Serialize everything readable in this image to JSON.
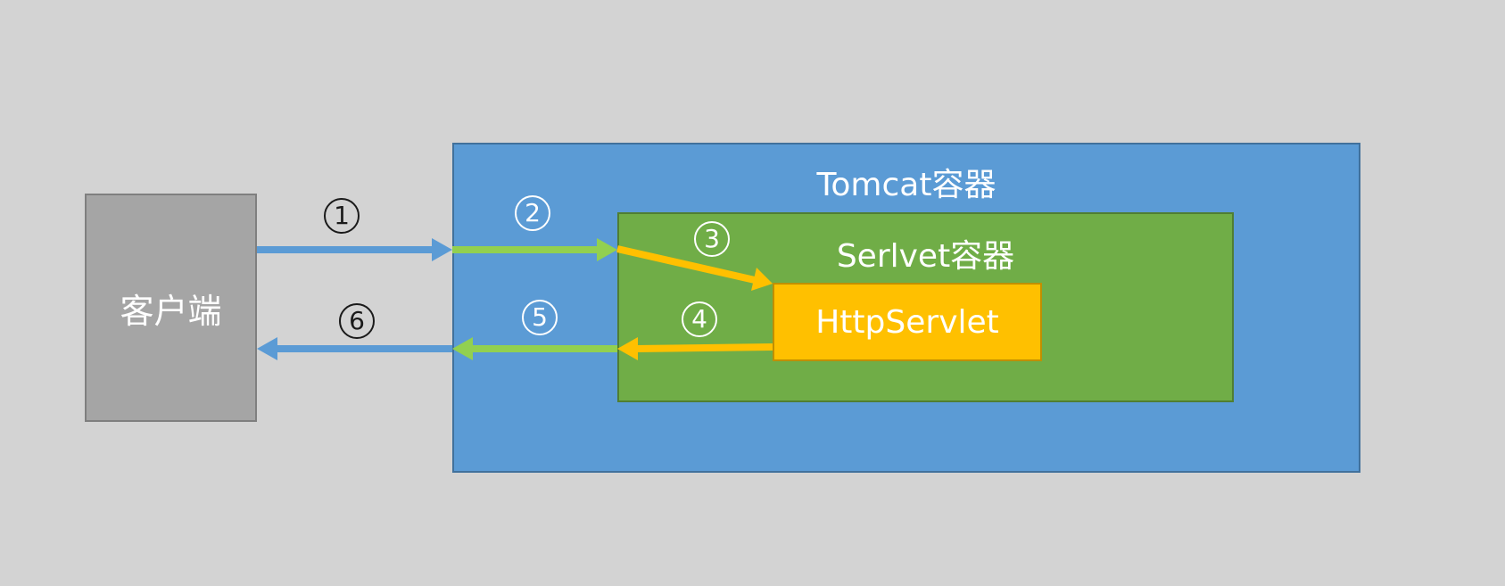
{
  "client": {
    "label": "客户端"
  },
  "tomcat": {
    "title": "Tomcat容器"
  },
  "servlet_container": {
    "title": "Serlvet容器"
  },
  "httpservlet": {
    "label": "HttpServlet"
  },
  "steps": {
    "s1": "1",
    "s2": "2",
    "s3": "3",
    "s4": "4",
    "s5": "5",
    "s6": "6"
  },
  "colors": {
    "background": "#d3d3d3",
    "client_fill": "#a5a5a5",
    "tomcat_fill": "#5b9bd5",
    "servlet_fill": "#70ad47",
    "httpservlet_fill": "#ffc000",
    "arrow_blue": "#5b9bd5",
    "arrow_green": "#92d050",
    "arrow_orange": "#ffc000"
  }
}
